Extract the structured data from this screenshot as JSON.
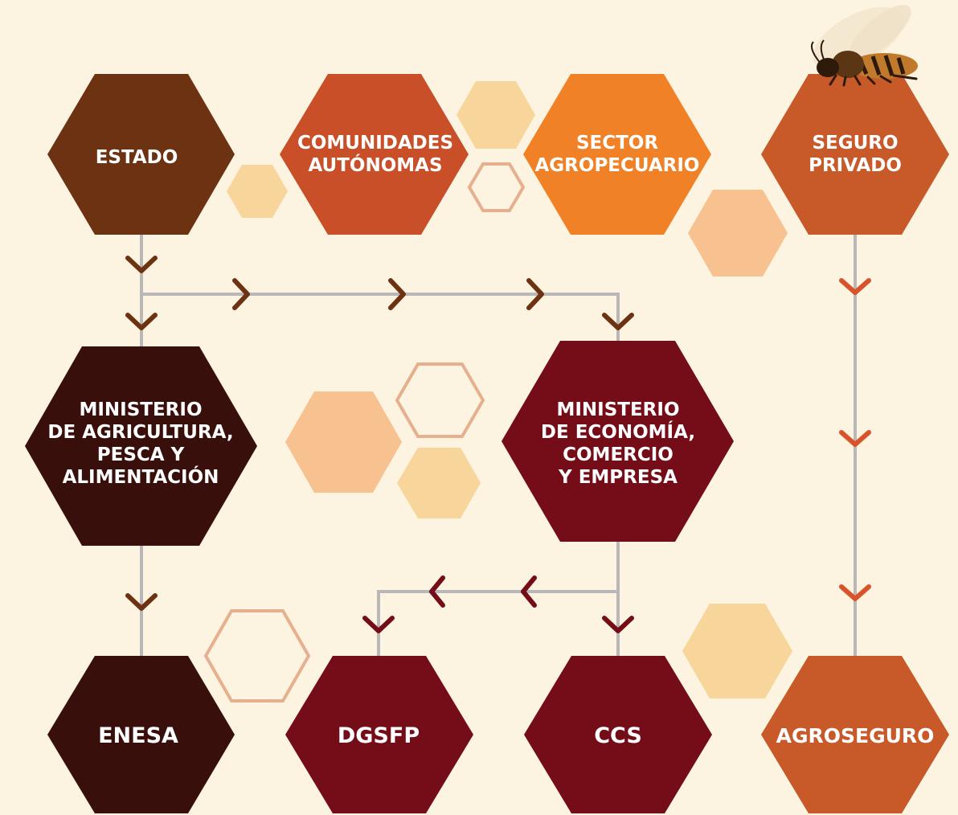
{
  "nodes": [
    {
      "id": "estado",
      "lines": [
        "ESTADO"
      ],
      "color": "#6c3212"
    },
    {
      "id": "comunidades",
      "lines": [
        "COMUNIDADES",
        "AUTÓNOMAS"
      ],
      "color": "#c94f28"
    },
    {
      "id": "sector",
      "lines": [
        "SECTOR",
        "AGROPECUARIO"
      ],
      "color": "#f08127"
    },
    {
      "id": "seguro",
      "lines": [
        "SEGURO",
        "PRIVADO"
      ],
      "color": "#c85a29"
    },
    {
      "id": "mapa",
      "lines": [
        "MINISTERIO",
        "DE AGRICULTURA,",
        "PESCA Y",
        "ALIMENTACIÓN"
      ],
      "color": "#390f0b"
    },
    {
      "id": "mineco",
      "lines": [
        "MINISTERIO",
        "DE ECONOMÍA,",
        "COMERCIO",
        "Y EMPRESA"
      ],
      "color": "#740d17"
    },
    {
      "id": "enesa",
      "lines": [
        "ENESA"
      ],
      "color": "#390f0b"
    },
    {
      "id": "dgsfp",
      "lines": [
        "DGSFP"
      ],
      "color": "#740d17"
    },
    {
      "id": "ccs",
      "lines": [
        "CCS"
      ],
      "color": "#740d17"
    },
    {
      "id": "agroseguro",
      "lines": [
        "AGROSEGURO"
      ],
      "color": "#c85a29"
    }
  ],
  "colors": {
    "background": "#fcf3e1",
    "connector": "#b9b7b7",
    "arrow_brown": "#6c3212",
    "arrow_red": "#740d17",
    "arrow_orange": "#d8532b",
    "deco_light": "#f8d59a",
    "deco_peach": "#f7c28f",
    "deco_outline": "#e6b08f"
  },
  "decoration": {
    "image": "honeybee"
  }
}
